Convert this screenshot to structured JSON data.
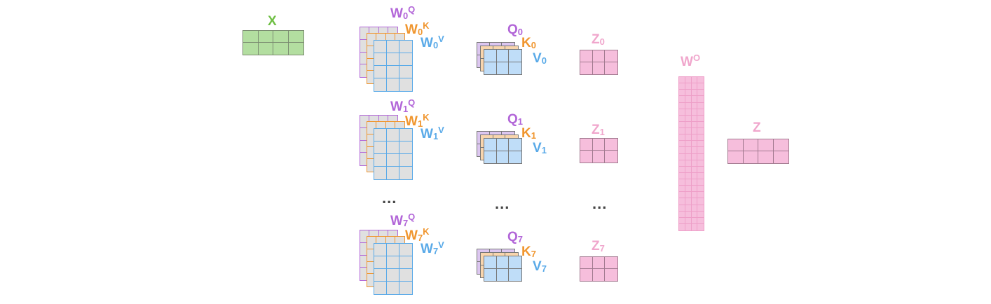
{
  "colors": {
    "x": "#6fbf44",
    "q": "#b266d8",
    "k": "#f0962f",
    "v": "#5aaae8",
    "z": "#f0a6cc",
    "x_fill": "#b3dea0",
    "x_line": "#7a8a70",
    "w_fill": "#e0e0e0",
    "q_fill": "#dcc6f0",
    "k_fill": "#f8d5ad",
    "v_fill": "#bfddf8",
    "qkv_line": "#777777",
    "z_fill": "#f6bedc",
    "z_line": "#a27a90",
    "wo_line": "#ee9fc8",
    "dots": "#444444"
  },
  "labels": {
    "x": "X",
    "wo": {
      "base": "W",
      "sup": "O"
    },
    "z": "Z",
    "dots": "..."
  },
  "heads": [
    {
      "index": "0",
      "wq": {
        "base": "W",
        "sub": "0",
        "sup": "Q"
      },
      "wk": {
        "base": "W",
        "sub": "0",
        "sup": "K"
      },
      "wv": {
        "base": "W",
        "sub": "0",
        "sup": "V"
      },
      "q": {
        "base": "Q",
        "sub": "0"
      },
      "k": {
        "base": "K",
        "sub": "0"
      },
      "v": {
        "base": "V",
        "sub": "0"
      },
      "z": {
        "base": "Z",
        "sub": "0"
      }
    },
    {
      "index": "1",
      "wq": {
        "base": "W",
        "sub": "1",
        "sup": "Q"
      },
      "wk": {
        "base": "W",
        "sub": "1",
        "sup": "K"
      },
      "wv": {
        "base": "W",
        "sub": "1",
        "sup": "V"
      },
      "q": {
        "base": "Q",
        "sub": "1"
      },
      "k": {
        "base": "K",
        "sub": "1"
      },
      "v": {
        "base": "V",
        "sub": "1"
      },
      "z": {
        "base": "Z",
        "sub": "1"
      }
    },
    {
      "index": "7",
      "wq": {
        "base": "W",
        "sub": "7",
        "sup": "Q"
      },
      "wk": {
        "base": "W",
        "sub": "7",
        "sup": "K"
      },
      "wv": {
        "base": "W",
        "sub": "7",
        "sup": "V"
      },
      "q": {
        "base": "Q",
        "sub": "7"
      },
      "k": {
        "base": "K",
        "sub": "7"
      },
      "v": {
        "base": "V",
        "sub": "7"
      },
      "z": {
        "base": "Z",
        "sub": "7"
      }
    }
  ]
}
